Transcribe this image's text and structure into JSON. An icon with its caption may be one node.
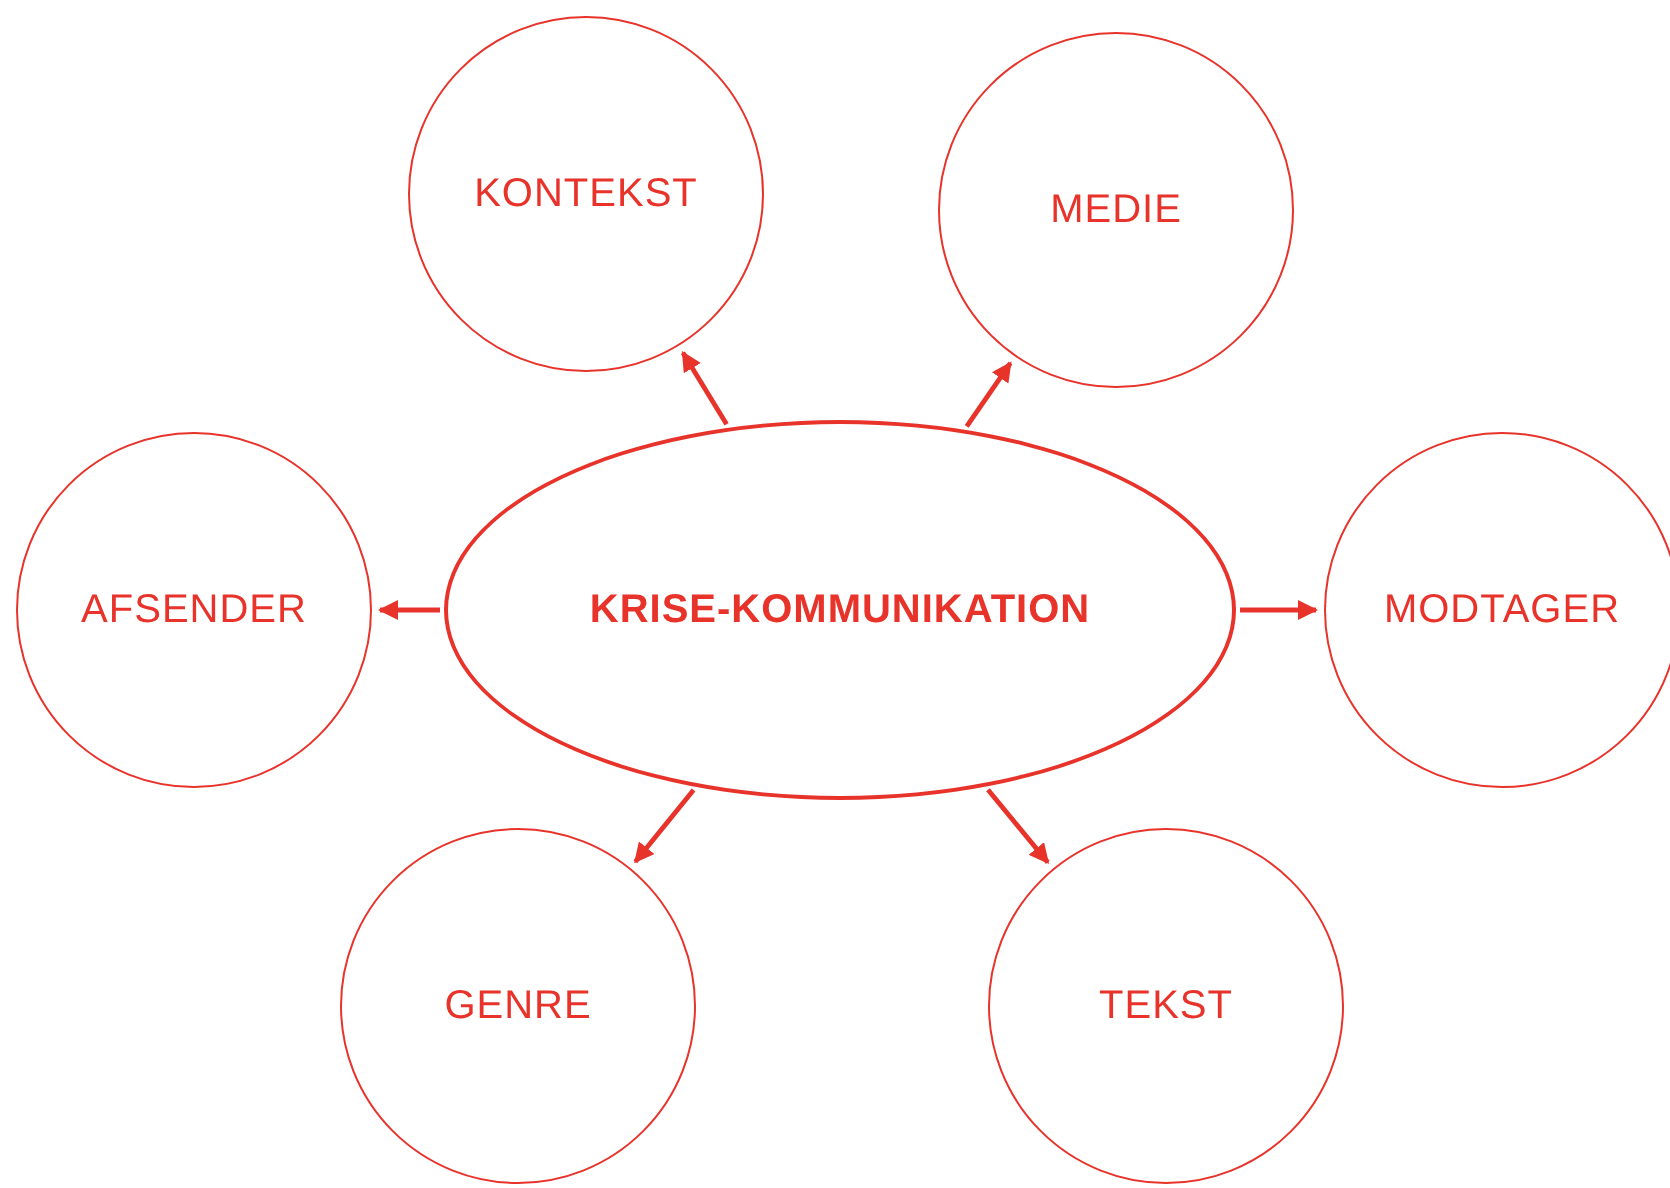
{
  "diagram": {
    "nodes": [
      {
        "text": [
          "KONTEKST"
        ]
      },
      {
        "text": [
          "MEDIE"
        ]
      },
      {
        "text": [
          "AFSENDER"
        ]
      },
      {
        "text": [
          "KRISE-KOMMUNIKATION"
        ]
      },
      {
        "text": [
          "MODTAGER"
        ]
      },
      {
        "text": [
          "GENRE"
        ]
      },
      {
        "text": [
          "TEKST"
        ]
      }
    ],
    "edges": [
      {
        "from": 3,
        "to": 0,
        "arrow": "to"
      },
      {
        "from": 3,
        "to": 1,
        "arrow": "to"
      },
      {
        "from": 3,
        "to": 2,
        "arrow": "to"
      },
      {
        "from": 3,
        "to": 4,
        "arrow": "to"
      },
      {
        "from": 3,
        "to": 5,
        "arrow": "to"
      },
      {
        "from": 3,
        "to": 6,
        "arrow": "to"
      }
    ]
  }
}
